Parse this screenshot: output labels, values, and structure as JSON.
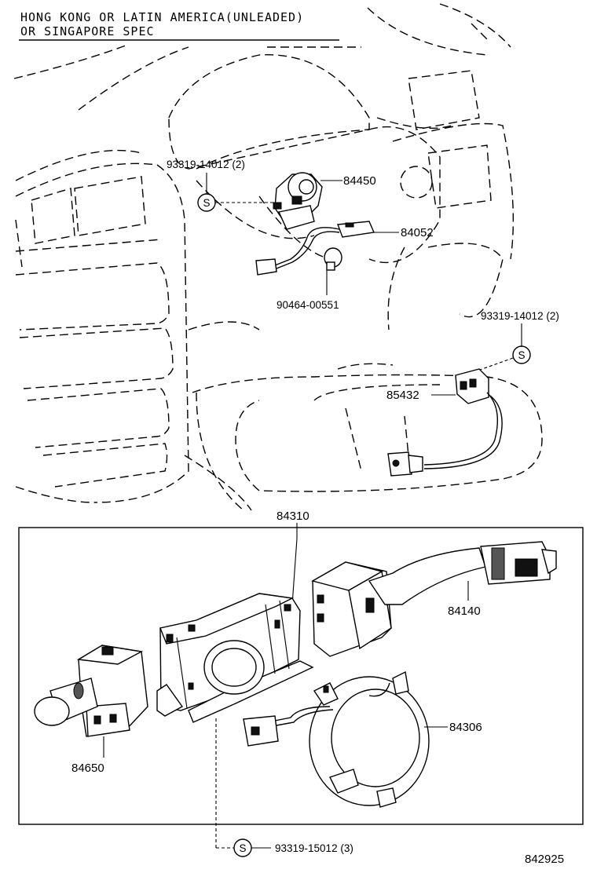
{
  "header": {
    "line1": "HONG KONG OR LATIN AMERICA(UNLEADED)",
    "line2": "OR SINGAPORE SPEC"
  },
  "screw_symbol": "S",
  "parts": {
    "screw_top": "93319-14012 (2)",
    "ignition_switch": "84450",
    "immobiliser_coil": "84052",
    "bulb": "90464-00551",
    "screw_right": "93319-14012 (2)",
    "switch_85432": "85432",
    "combination_switch_assy": "84310",
    "wiper_switch": "84140",
    "spiral_cable": "84306",
    "headlamp_switch": "84650",
    "screw_bottom": "93319-15012 (3)"
  },
  "figure_id": "842925"
}
